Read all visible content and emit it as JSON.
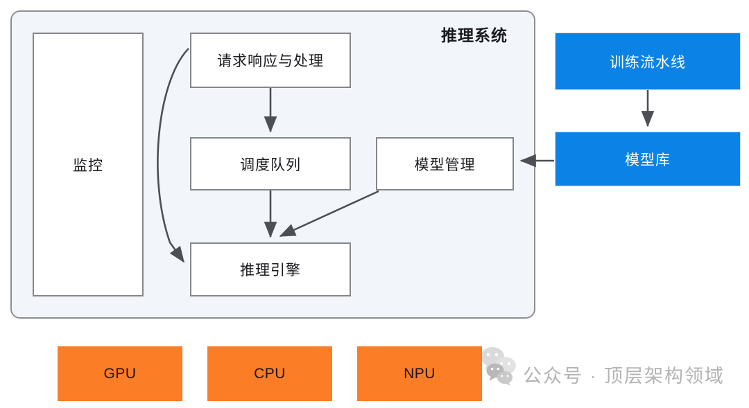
{
  "diagram": {
    "title": "推理系统",
    "system_container_label": "推理系统",
    "nodes": {
      "monitor": "监控",
      "request_handling": "请求响应与处理",
      "scheduling_queue": "调度队列",
      "inference_engine": "推理引擎",
      "model_management": "模型管理",
      "training_pipeline": "训练流水线",
      "model_repository": "模型库"
    },
    "hardware": [
      {
        "label": "GPU",
        "name": "gpu"
      },
      {
        "label": "CPU",
        "name": "cpu"
      },
      {
        "label": "NPU",
        "name": "npu"
      }
    ],
    "edges": [
      {
        "from": "请求响应与处理",
        "to": "调度队列",
        "style": "straight-down"
      },
      {
        "from": "请求响应与处理",
        "to": "推理引擎",
        "style": "curved-left"
      },
      {
        "from": "调度队列",
        "to": "推理引擎",
        "style": "straight-down"
      },
      {
        "from": "模型管理",
        "to": "推理引擎",
        "style": "diagonal"
      },
      {
        "from": "训练流水线",
        "to": "模型库",
        "style": "straight-down"
      },
      {
        "from": "模型库",
        "to": "模型管理",
        "style": "straight-left"
      }
    ],
    "colors": {
      "container_fill": "#f2f6fb",
      "container_border": "#8d8f93",
      "node_fill": "#ffffff",
      "node_border": "#84868b",
      "blue": "#0b82e6",
      "orange": "#fb7d26",
      "arrow": "#4d4f55",
      "watermark_text": "#b3b3b3"
    }
  },
  "watermark": {
    "text": "公众号 · 顶层架构领域",
    "icon": "wechat-icon"
  }
}
